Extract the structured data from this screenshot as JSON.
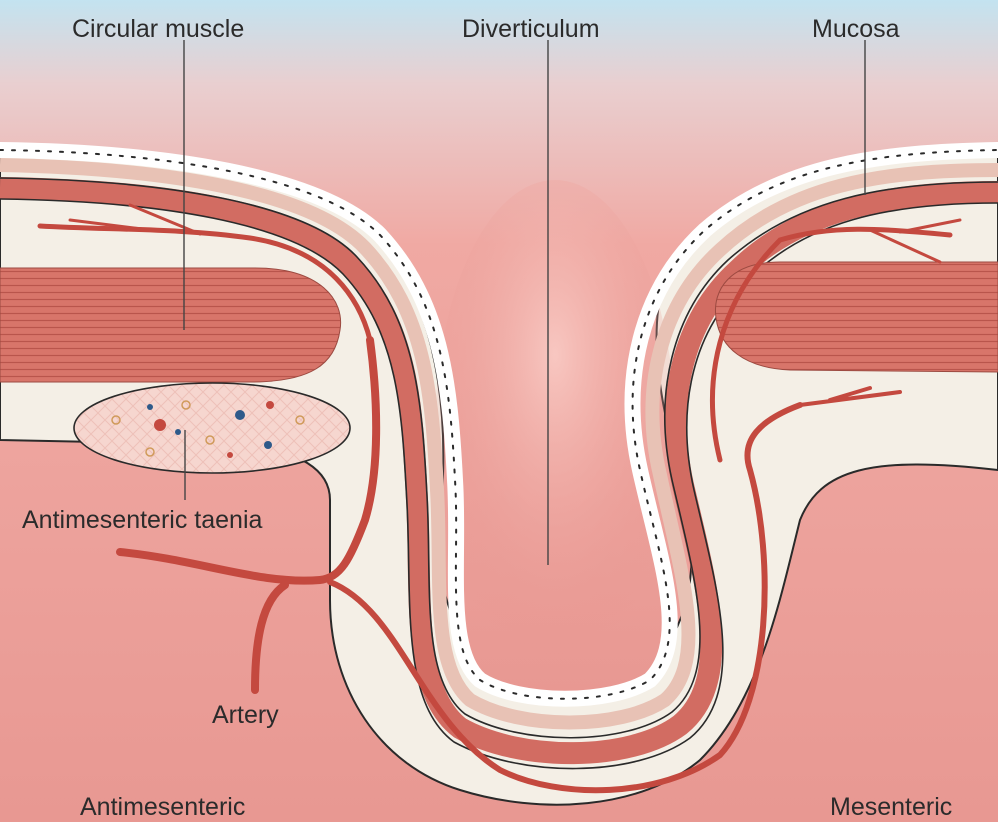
{
  "labels": {
    "circular_muscle": "Circular muscle",
    "diverticulum": "Diverticulum",
    "mucosa": "Mucosa",
    "antimesenteric_taenia": "Antimesenteric taenia",
    "artery": "Artery",
    "antimesenteric": "Antimesenteric",
    "mesenteric": "Mesenteric"
  },
  "colors": {
    "lumen_top": "#bfe0ee",
    "lumen_pink": "#eaa09a",
    "muscle": "#d9766a",
    "muscle_dark": "#b24e45",
    "mucosa_band": "#e4b8aa",
    "serosa": "#f3eee6",
    "vessel": "#c4493f",
    "outline": "#2a2a2a"
  }
}
